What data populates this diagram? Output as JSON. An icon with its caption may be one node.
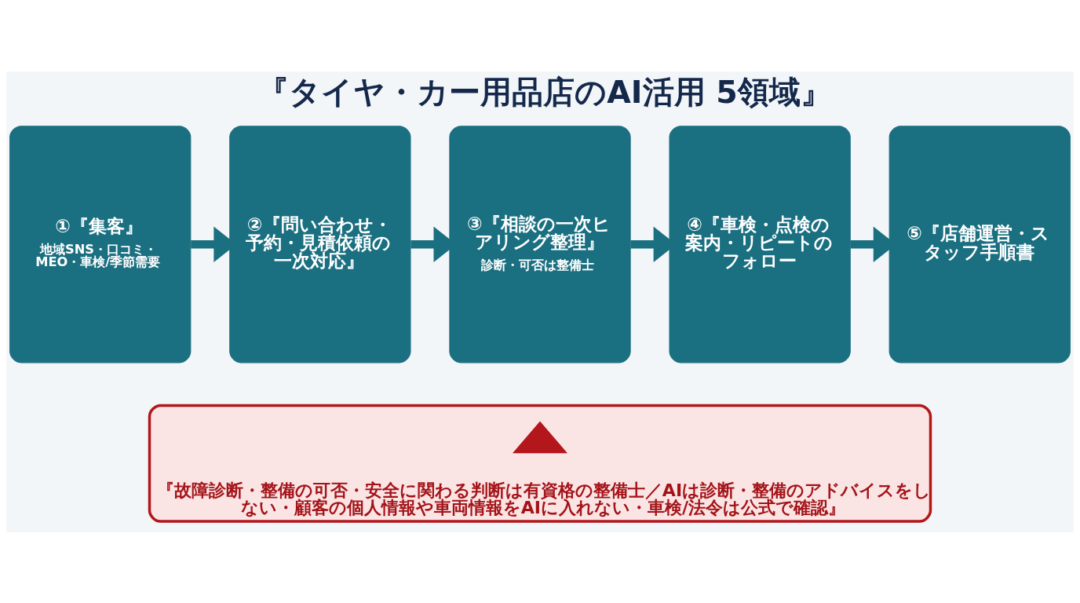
{
  "diagram": {
    "title": "『タイヤ・カー用品店のAI活用 5領域』",
    "nodes": [
      {
        "text": [
          "①『集客』",
          "地域SNS・口コミ・MEO・車検/季節需要"
        ]
      },
      {
        "text": [
          "②『問い合わせ・予約・見積依頼の一次対応』"
        ]
      },
      {
        "text": [
          "③『相談の一次ヒアリング整理』",
          "診断・可否は整備士"
        ]
      },
      {
        "text": [
          "④『車検・点検の案内・リピートのフォロー"
        ]
      },
      {
        "text": [
          "⑤『店舗運営・スタッフ手順書"
        ]
      },
      {
        "text": [
          "『故障診断・整備の可否・安全に関わる判断は有資格の整備士／AIは診断・整備のアドバイスをしない・顧客の個人情報や車両情報をAIに入れない・車検/法令は公式で確認』"
        ]
      },
      {
        "text": [],
        "shape": "triangle",
        "in": 5
      }
    ],
    "edges": [
      {
        "from": 0,
        "to": 1,
        "arrow": "to"
      },
      {
        "from": 1,
        "to": 2,
        "arrow": "to"
      },
      {
        "from": 2,
        "to": 3,
        "arrow": "to"
      },
      {
        "from": 3,
        "to": 4,
        "arrow": "to"
      }
    ]
  }
}
